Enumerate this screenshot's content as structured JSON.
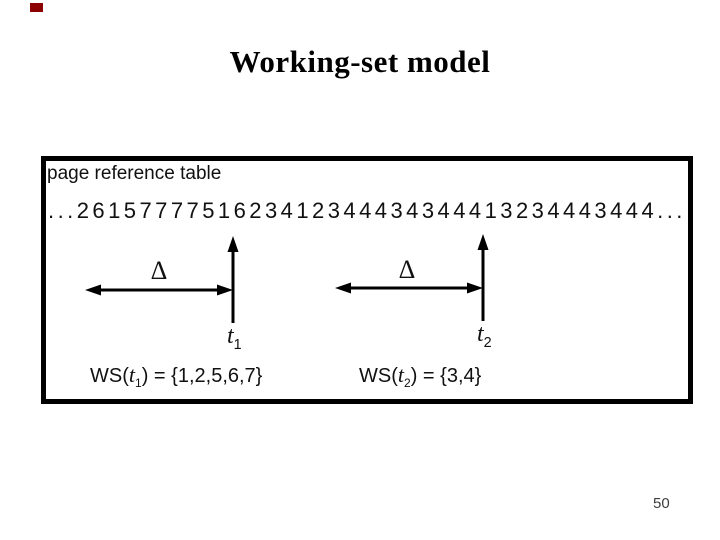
{
  "slide": {
    "title": "Working-set model",
    "page_number": "50",
    "marker_color": "#8b0000"
  },
  "diagram": {
    "label": "page reference table",
    "sequence_tokens": [
      ".",
      ".",
      ".",
      "2",
      "6",
      "1",
      "5",
      "7",
      "7",
      "7",
      "7",
      "5",
      "1",
      "6",
      "2",
      "3",
      "4",
      "1",
      "2",
      "3",
      "4",
      "4",
      "4",
      "3",
      "4",
      "3",
      "4",
      "4",
      "4",
      "1",
      "3",
      "2",
      "3",
      "4",
      "4",
      "4",
      "3",
      "4",
      "4",
      "4",
      ".",
      ".",
      "."
    ],
    "delta_symbol": "Δ",
    "t1": {
      "var": "t",
      "subscript": "1"
    },
    "t2": {
      "var": "t",
      "subscript": "2"
    },
    "ws1": {
      "prefix": "WS(",
      "var": "t",
      "subscript": "1",
      "rest": ") = {1,2,5,6,7}"
    },
    "ws2": {
      "prefix": "WS(",
      "var": "t",
      "subscript": "2",
      "rest": ") = {3,4}"
    }
  }
}
